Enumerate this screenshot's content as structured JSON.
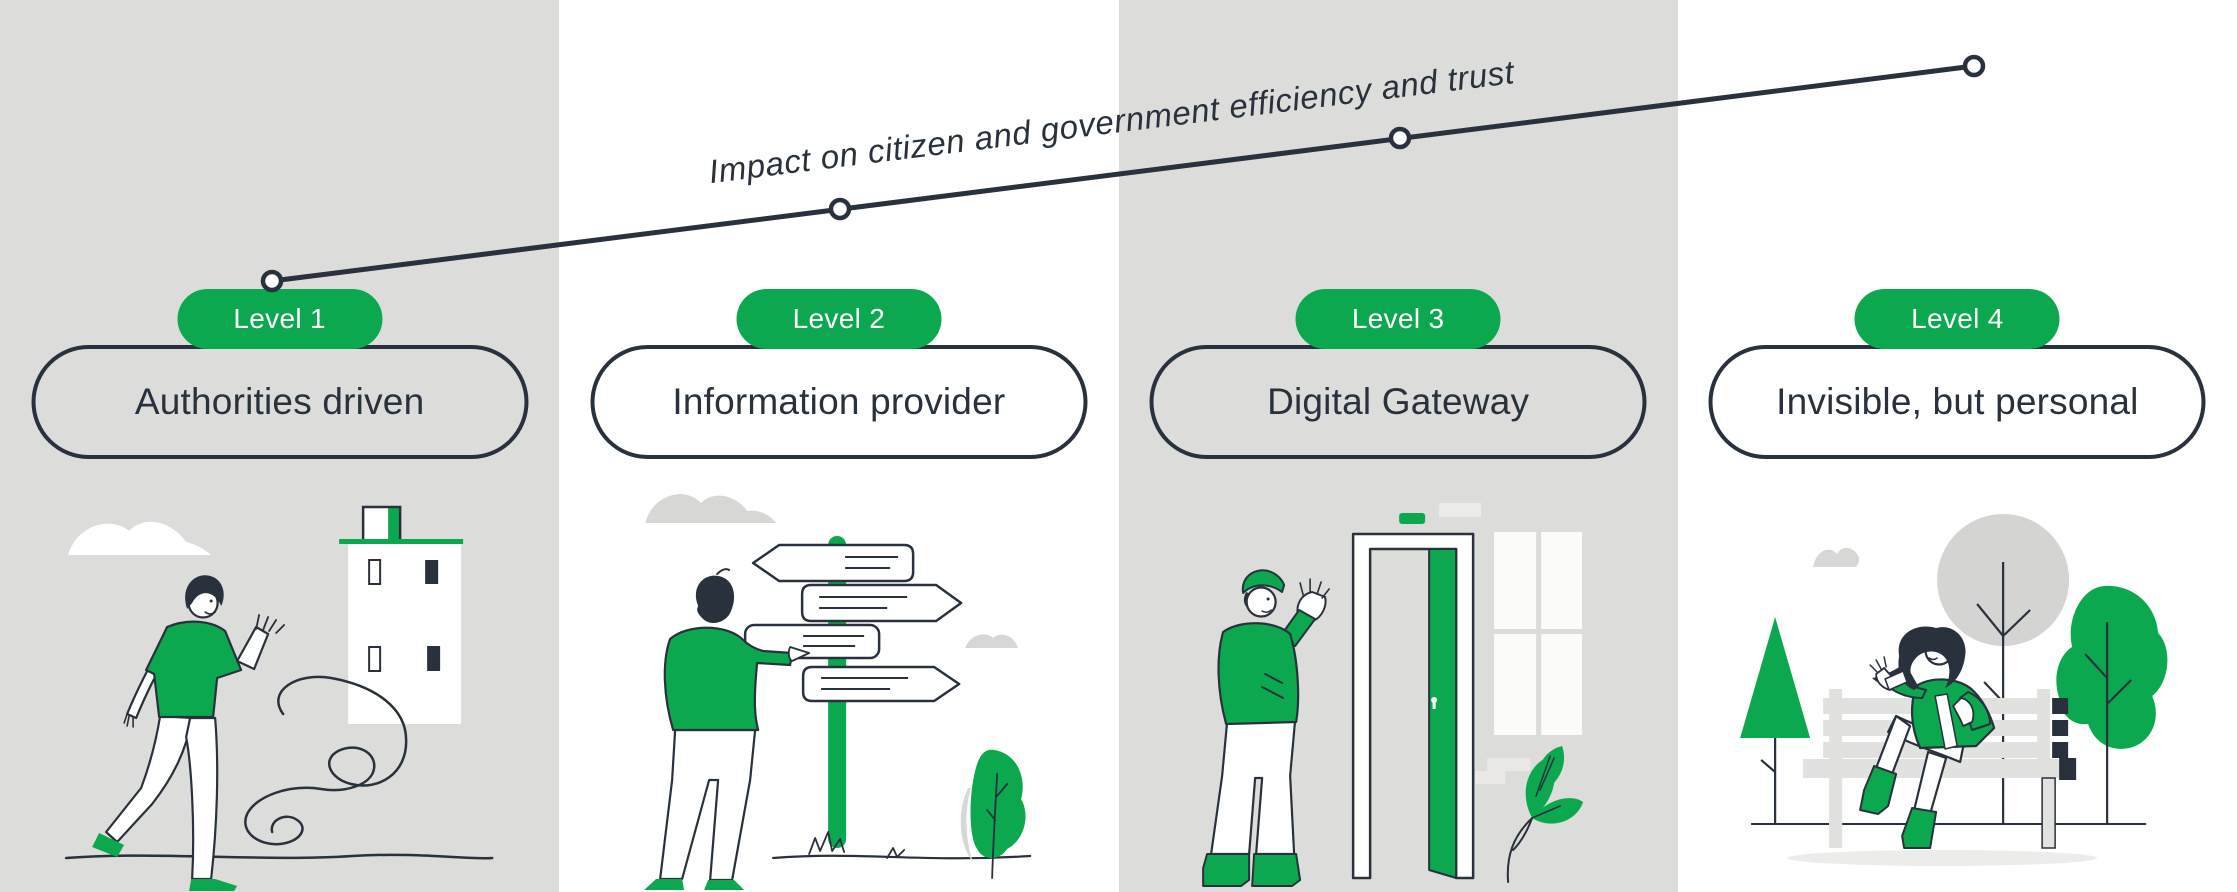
{
  "impact_axis": {
    "label": "Impact on citizen and government efficiency and trust"
  },
  "levels": [
    {
      "badge": "Level 1",
      "title": "Authorities driven",
      "illustration": "person-walking-past-authority-building"
    },
    {
      "badge": "Level 2",
      "title": "Information provider",
      "illustration": "person-reading-signpost"
    },
    {
      "badge": "Level 3",
      "title": "Digital Gateway",
      "illustration": "person-waving-at-open-door"
    },
    {
      "badge": "Level 4",
      "title": "Invisible, but personal",
      "illustration": "woman-relaxing-on-park-bench"
    }
  ],
  "colors": {
    "accent_green": "#0ba84f",
    "ink_dark": "#28313c",
    "column_gray": "#dcdcda",
    "white": "#ffffff"
  }
}
